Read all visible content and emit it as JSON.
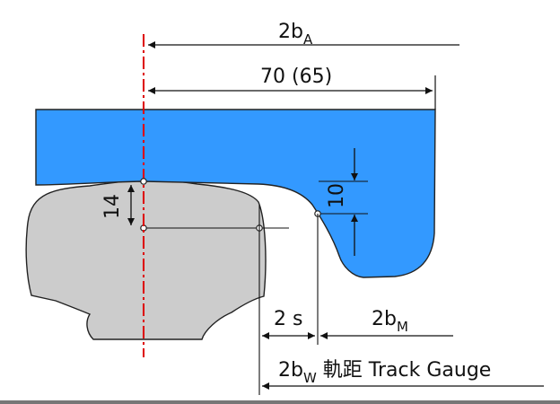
{
  "labels": {
    "top_width": {
      "main": "2b",
      "sub": "A"
    },
    "flange_width": "70 (65)",
    "rail_height": "14",
    "flange_offset": "10",
    "clearance": "2 s",
    "flange_base": {
      "main": "2b",
      "sub": "M"
    },
    "gauge": {
      "main": "2b",
      "sub": "W",
      "rest": " 軌距 Track Gauge"
    }
  },
  "colors": {
    "wheel_fill": "#3399ff",
    "rail_fill": "#cccccc",
    "centerline": "#dd0000",
    "outline": "#222222",
    "bottom_bar": "#777777"
  }
}
